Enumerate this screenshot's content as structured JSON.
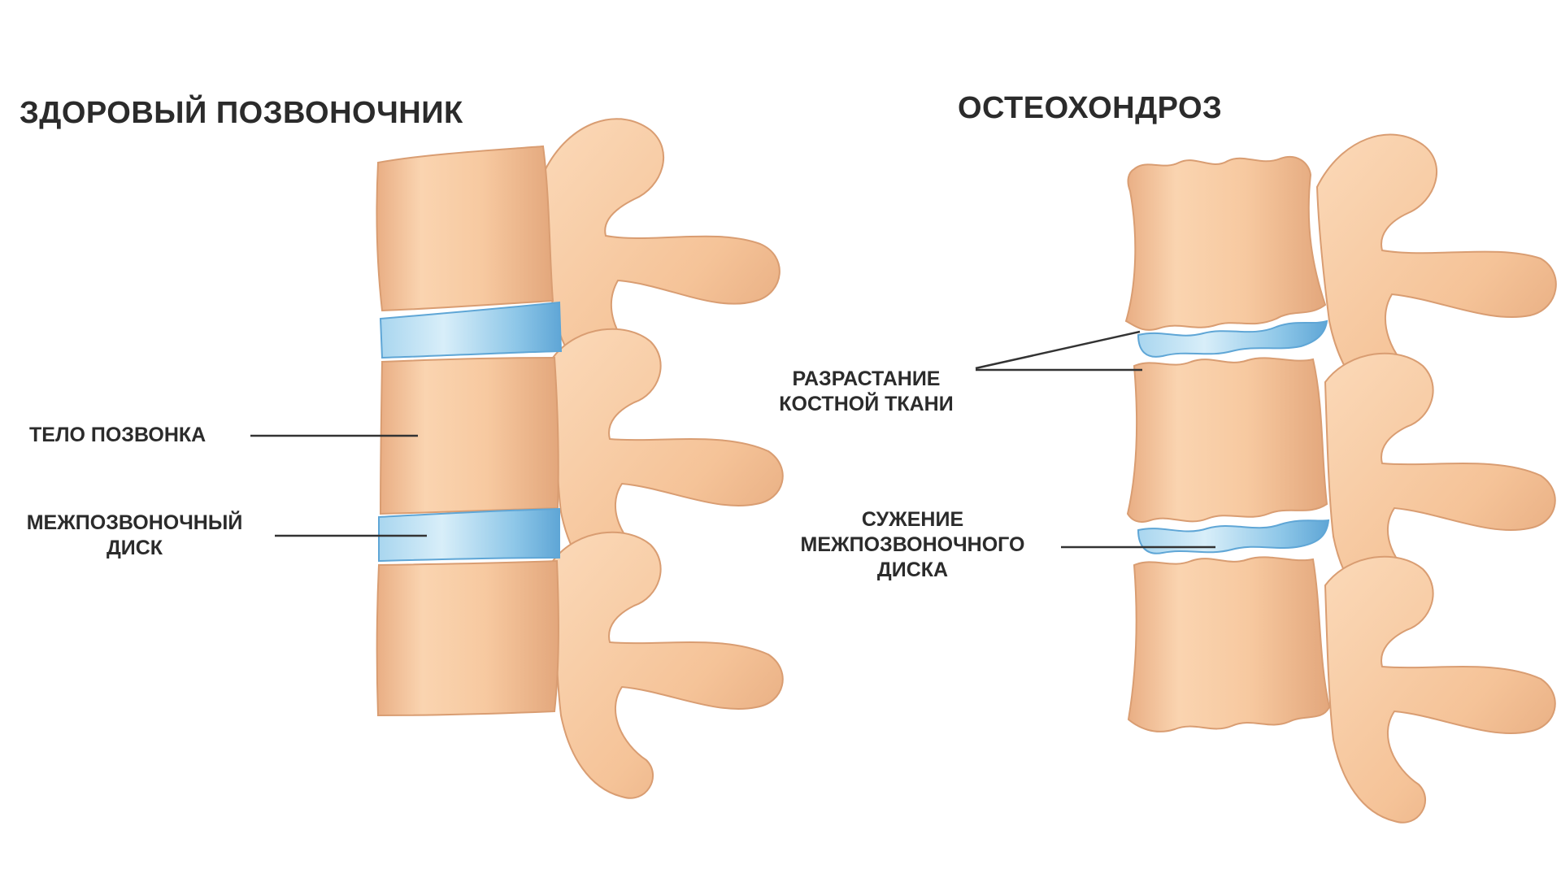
{
  "panels": {
    "healthy": {
      "title": "ЗДОРОВЫЙ ПОЗВОНОЧНИК",
      "labels": {
        "vertebral_body": [
          "ТЕЛО ПОЗВОНКА"
        ],
        "intervertebral_disc": [
          "МЕЖПОЗВОНОЧНЫЙ",
          "ДИСК"
        ]
      }
    },
    "osteochondrosis": {
      "title": "ОСТЕОХОНДРОЗ",
      "labels": {
        "bone_growth": [
          "РАЗРАСТАНИЕ",
          "КОСТНОЙ ТКАНИ"
        ],
        "disc_narrowing": [
          "СУЖЕНИЕ",
          "МЕЖПОЗВОНОЧНОГО",
          "ДИСКА"
        ]
      }
    }
  },
  "colors": {
    "bone": "#f7c9a0",
    "bone_shadow": "#e3a77c",
    "bone_highlight": "#fde2c8",
    "disc": "#8ec7e8",
    "disc_light": "#cfe9f7",
    "disc_dark": "#5fa6d6",
    "text": "#2b2b2b",
    "background": "#ffffff"
  }
}
